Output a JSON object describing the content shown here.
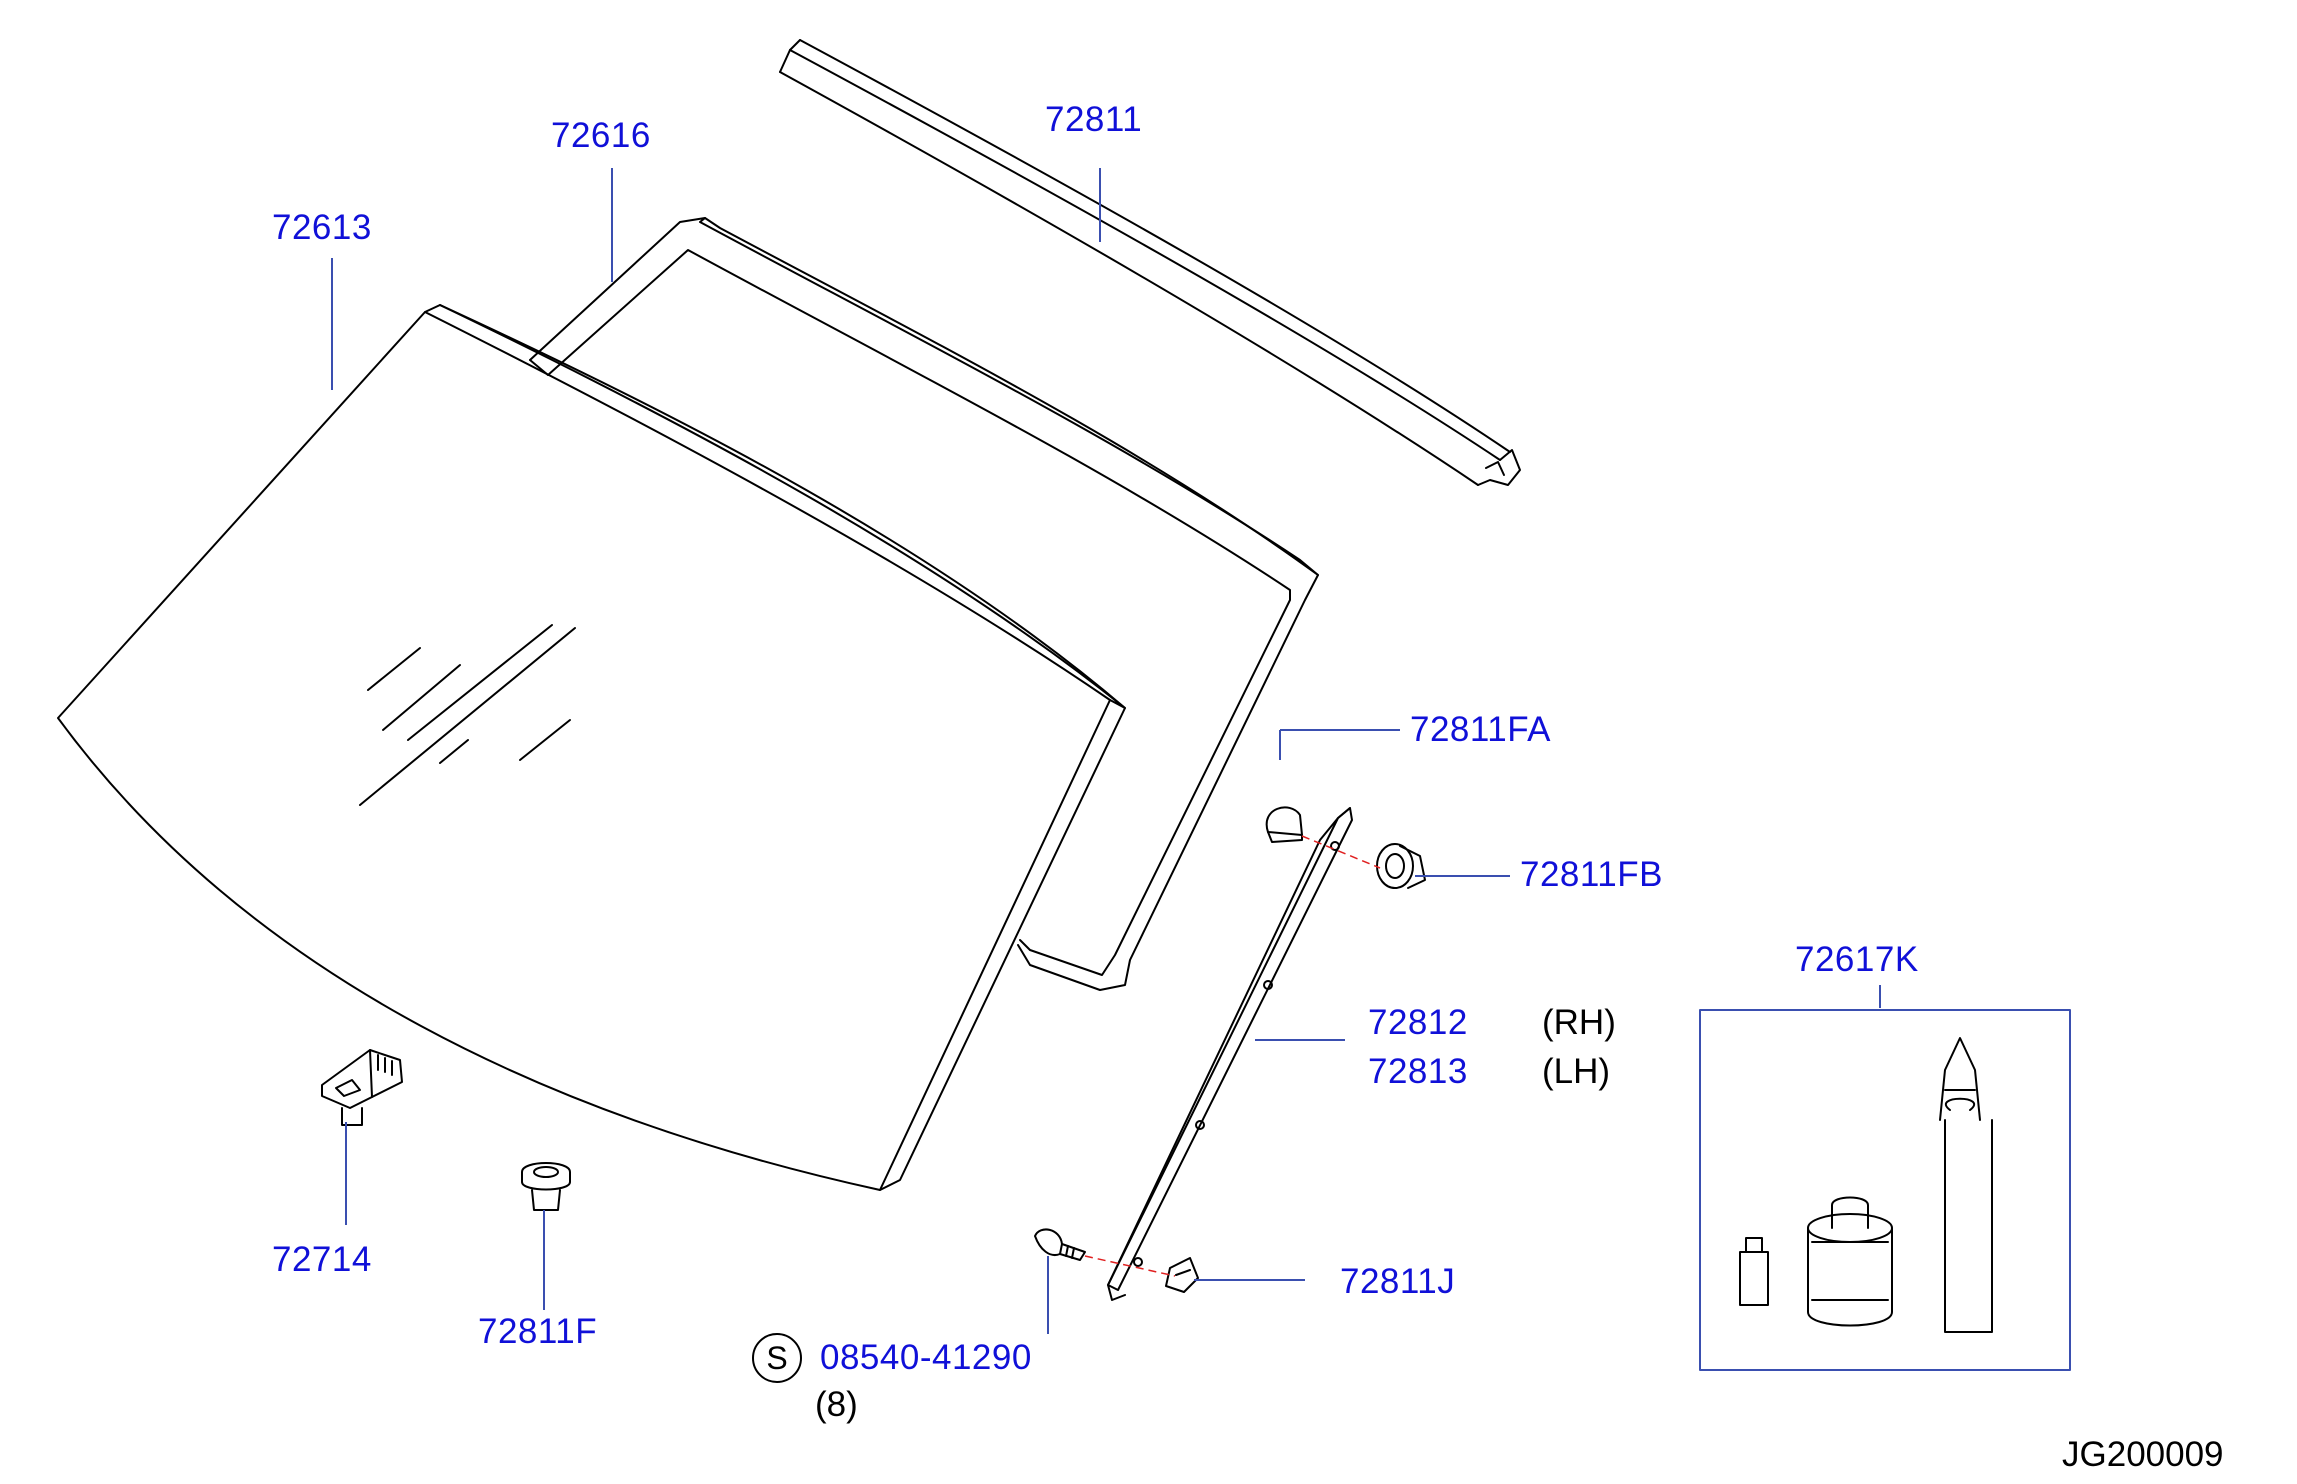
{
  "diagram_code": "JG200009",
  "parts": {
    "p72811": "72811",
    "p72616": "72616",
    "p72613": "72613",
    "p72811FA": "72811FA",
    "p72811FB": "72811FB",
    "p72617K": "72617K",
    "p72812": "72812",
    "p72812_side": "(RH)",
    "p72813": "72813",
    "p72813_side": "(LH)",
    "p72714": "72714",
    "p72811F": "72811F",
    "p72811J": "72811J",
    "screw": "08540-41290",
    "screw_symbol": "S",
    "screw_qty": "(8)"
  },
  "colors": {
    "part_number": "#1010d8",
    "drawing": "#000000",
    "leader": "#3a4fb0",
    "centerline": "#e02020"
  }
}
